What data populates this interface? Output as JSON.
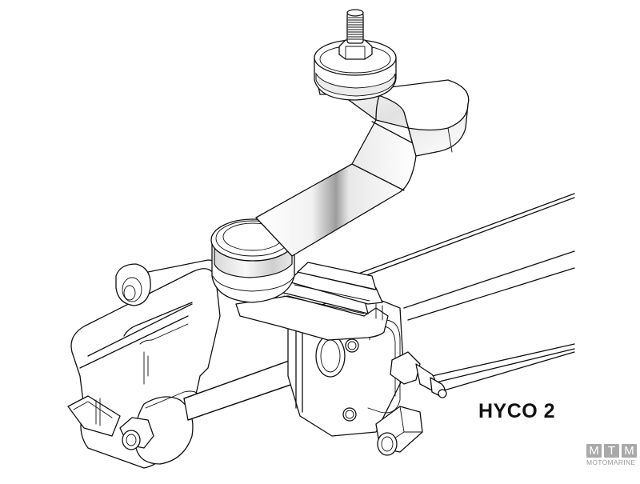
{
  "diagram": {
    "title": "HYCO 2",
    "subject": "hydraulic outboard steering cylinder with tiller arm",
    "parts": [
      "threaded-stud",
      "hex-nut",
      "tiller-arm",
      "pivot-cap",
      "ribbed-mount-plate",
      "cylinder-tube",
      "piston-rod",
      "rod-end-clevis",
      "rod-end-nut",
      "hydraulic-fitting",
      "bleed-valve",
      "hose-port-nut"
    ]
  },
  "watermark": {
    "letters": [
      "M",
      "T",
      "M"
    ],
    "text": "MOTOMARINE",
    "color": "#a9a9a9"
  },
  "colors": {
    "background": "#ffffff",
    "line": "#111111",
    "label": "#111111"
  }
}
